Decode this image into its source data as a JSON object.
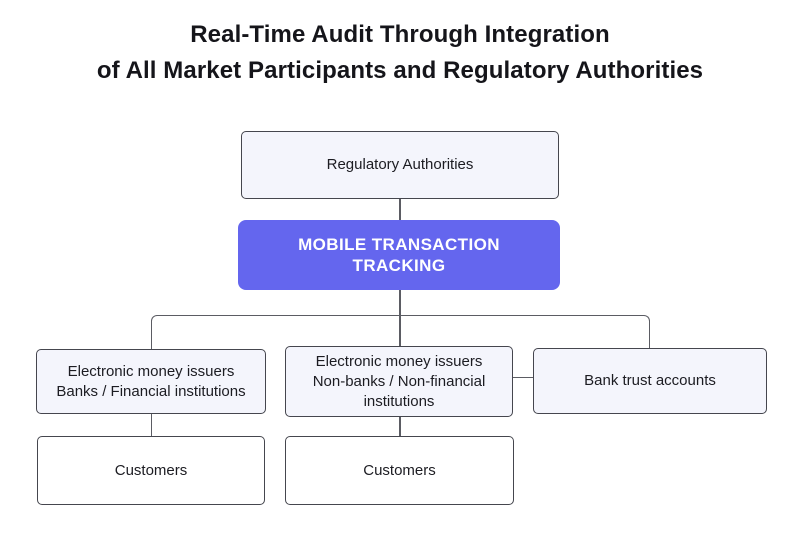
{
  "title": {
    "line1": "Real-Time Audit Through Integration",
    "line2": "of All Market Participants and Regulatory Authorities"
  },
  "colors": {
    "background": "#ffffff",
    "accent": "#6466ee",
    "accent_text": "#ffffff",
    "box_fill_light": "#f4f5fc",
    "box_fill_white": "#ffffff",
    "box_border": "#45464e",
    "connector": "#5b5c63",
    "text": "#1c1c22",
    "title_text": "#15151a"
  },
  "diagram": {
    "regulatory": {
      "label": "Regulatory Authorities"
    },
    "tracking": {
      "line1": "MOBILE TRANSACTION",
      "line2": "TRACKING"
    },
    "emi_banks": {
      "line1": "Electronic money issuers",
      "line2": "Banks / Financial institutions"
    },
    "emi_nonbanks": {
      "line1": "Electronic money issuers",
      "line2": "Non-banks / Non-financial",
      "line3": "institutions"
    },
    "bank_trust": {
      "label": "Bank trust accounts"
    },
    "customers_left": {
      "label": "Customers"
    },
    "customers_middle": {
      "label": "Customers"
    }
  }
}
